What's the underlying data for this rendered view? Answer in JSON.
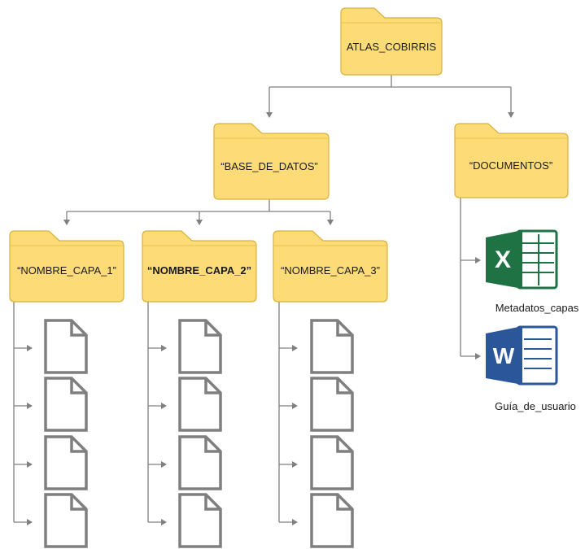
{
  "root": {
    "label": "ATLAS_COBIRRIS",
    "color": "#fddc78"
  },
  "folders": {
    "base_de_datos": "“BASE_DE_DATOS”",
    "documentos": "“DOCUMENTOS”"
  },
  "layers": [
    {
      "label": "“NOMBRE_CAPA_1”",
      "bold": false,
      "file_count": 4
    },
    {
      "label": "“NOMBRE_CAPA_2”",
      "bold": true,
      "file_count": 4
    },
    {
      "label": "“NOMBRE_CAPA_3”",
      "bold": false,
      "file_count": 4
    }
  ],
  "documents": [
    {
      "label": "Metadatos_capas",
      "icon": "excel-icon",
      "letter": "X",
      "color": "#1f7244"
    },
    {
      "label": "Guía_de_usuario",
      "icon": "word-icon",
      "letter": "W",
      "color": "#2b579a"
    }
  ],
  "colors": {
    "folder_fill": "#fddc78",
    "folder_stroke": "#d9b13a",
    "connector": "#808080",
    "file_icon": "#7f7f7f"
  }
}
